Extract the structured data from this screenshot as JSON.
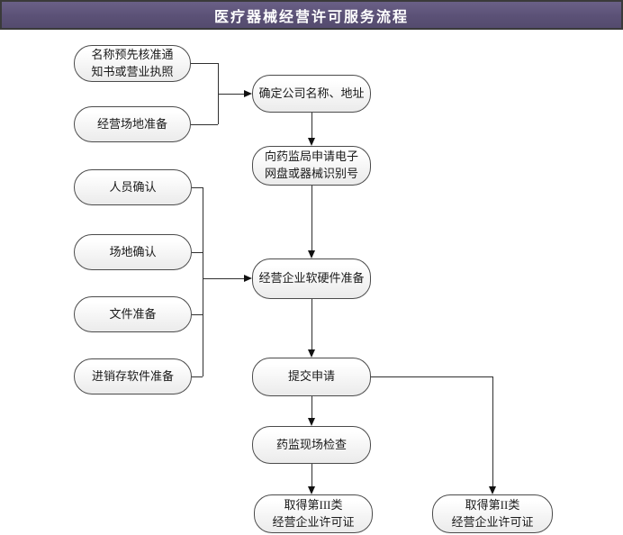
{
  "title": "医疗器械经营许可服务流程",
  "colors": {
    "header_purple": "#5b5176",
    "header_border": "#3a3a3a",
    "title_text": "#ffffff",
    "node_border": "#4b4b4b",
    "node_fill_top": "#ffffff",
    "node_fill_bottom": "#ebebeb",
    "node_text": "#1a1a1a",
    "connector": "#2f2f2f",
    "canvas_bg": "#ffffff"
  },
  "nodes": {
    "prename": {
      "label": "名称预先核准通\n知书或营业执照"
    },
    "premises": {
      "label": "经营场地准备"
    },
    "personnel": {
      "label": "人员确认"
    },
    "site": {
      "label": "场地确认"
    },
    "documents": {
      "label": "文件准备"
    },
    "software": {
      "label": "进销存软件准备"
    },
    "company": {
      "label": "确定公司名称、地址"
    },
    "netdisk": {
      "label": "向药监局申请电子\n网盘或器械识别号"
    },
    "hardware": {
      "label": "经营企业软硬件准备"
    },
    "submit": {
      "label": "提交申请"
    },
    "inspection": {
      "label": "药监现场检查"
    },
    "class3": {
      "label": "取得第III类\n经营企业许可证"
    },
    "class2": {
      "label": "取得第II类\n经营企业许可证"
    }
  }
}
